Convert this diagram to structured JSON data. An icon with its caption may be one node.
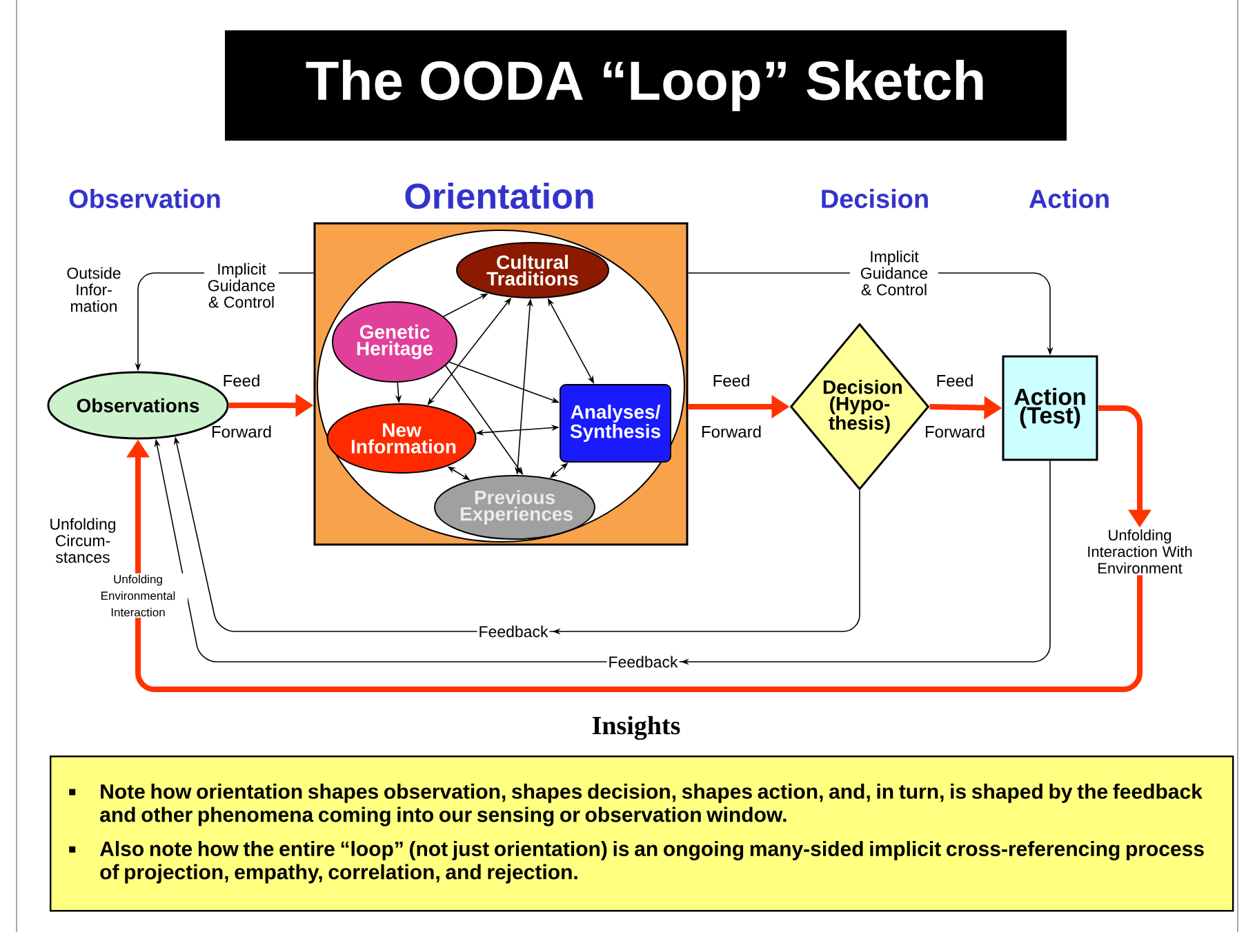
{
  "diagram": {
    "title": "The OODA “Loop” Sketch",
    "nodes": [
      {
        "text": [
          "Orientation"
        ]
      },
      {
        "text": [
          "Cultural Traditions"
        ],
        "in": 0
      },
      {
        "text": [
          "Genetic Heritage"
        ],
        "in": 0
      },
      {
        "text": [
          "New Information"
        ],
        "in": 0
      },
      {
        "text": [
          "Analyses/ Synthesis"
        ],
        "in": 0
      },
      {
        "text": [
          "Previous Experiences"
        ],
        "in": 0
      },
      {
        "text": [
          "Observations"
        ]
      },
      {
        "text": [
          "Decision (Hypo- thesis)"
        ]
      },
      {
        "text": [
          "Action (Test)"
        ]
      },
      {
        "text": [
          "Unfolding Interaction With Environment"
        ]
      },
      {
        "text": [
          "Insights",
          "Note how orientation shapes observation, shapes decision, shapes action, and, in turn, is shaped by the feedback and other phenomena coming into our sensing or observation window.",
          "Also note how the entire “loop” (not just orientation) is an ongoing many-sided implicit cross-referencing process of projection, empathy, correlation, and rejection."
        ]
      }
    ],
    "edges": [
      {
        "from": 6,
        "to": 0,
        "arrow": "to",
        "style": "thick",
        "color": "#ff3300"
      },
      {
        "from": 0,
        "to": 7,
        "arrow": "to",
        "style": "thick",
        "color": "#ff3300"
      },
      {
        "from": 7,
        "to": 8,
        "arrow": "to",
        "style": "thick",
        "color": "#ff3300"
      },
      {
        "from": 8,
        "to": 9,
        "arrow": "to",
        "style": "thick",
        "color": "#ff3300"
      },
      {
        "from": 9,
        "to": 6,
        "arrow": "to",
        "style": "thick",
        "color": "#ff3300",
        "label": "Unfolding Environmental Interaction"
      },
      {
        "from": 0,
        "to": 6,
        "arrow": "to",
        "label": "Implicit Guidance & Control"
      },
      {
        "from": 0,
        "to": 8,
        "arrow": "to",
        "label": "Implicit Guidance & Control"
      },
      {
        "from": 7,
        "to": 6,
        "arrow": "to",
        "label": "Feedback"
      },
      {
        "from": 8,
        "to": 6,
        "arrow": "to",
        "label": "Feedback"
      },
      {
        "from": 2,
        "to": 1,
        "arrow": "to"
      },
      {
        "from": 2,
        "to": 3,
        "arrow": "to"
      },
      {
        "from": 2,
        "to": 4,
        "arrow": "to"
      },
      {
        "from": 2,
        "to": 5,
        "arrow": "to"
      },
      {
        "from": 1,
        "to": 3,
        "arrow": "both"
      },
      {
        "from": 1,
        "to": 5,
        "arrow": "both"
      },
      {
        "from": 1,
        "to": 4,
        "arrow": "both"
      },
      {
        "from": 3,
        "to": 4,
        "arrow": "both"
      },
      {
        "from": 3,
        "to": 5,
        "arrow": "both"
      },
      {
        "from": 4,
        "to": 5,
        "arrow": "both"
      }
    ],
    "labels": [
      "Observation",
      "Decision",
      "Action",
      "Outside Infor- mation",
      "Feed",
      "Forward",
      "Feed",
      "Forward",
      "Feed",
      "Forward",
      "Unfolding Circum- stances"
    ]
  }
}
